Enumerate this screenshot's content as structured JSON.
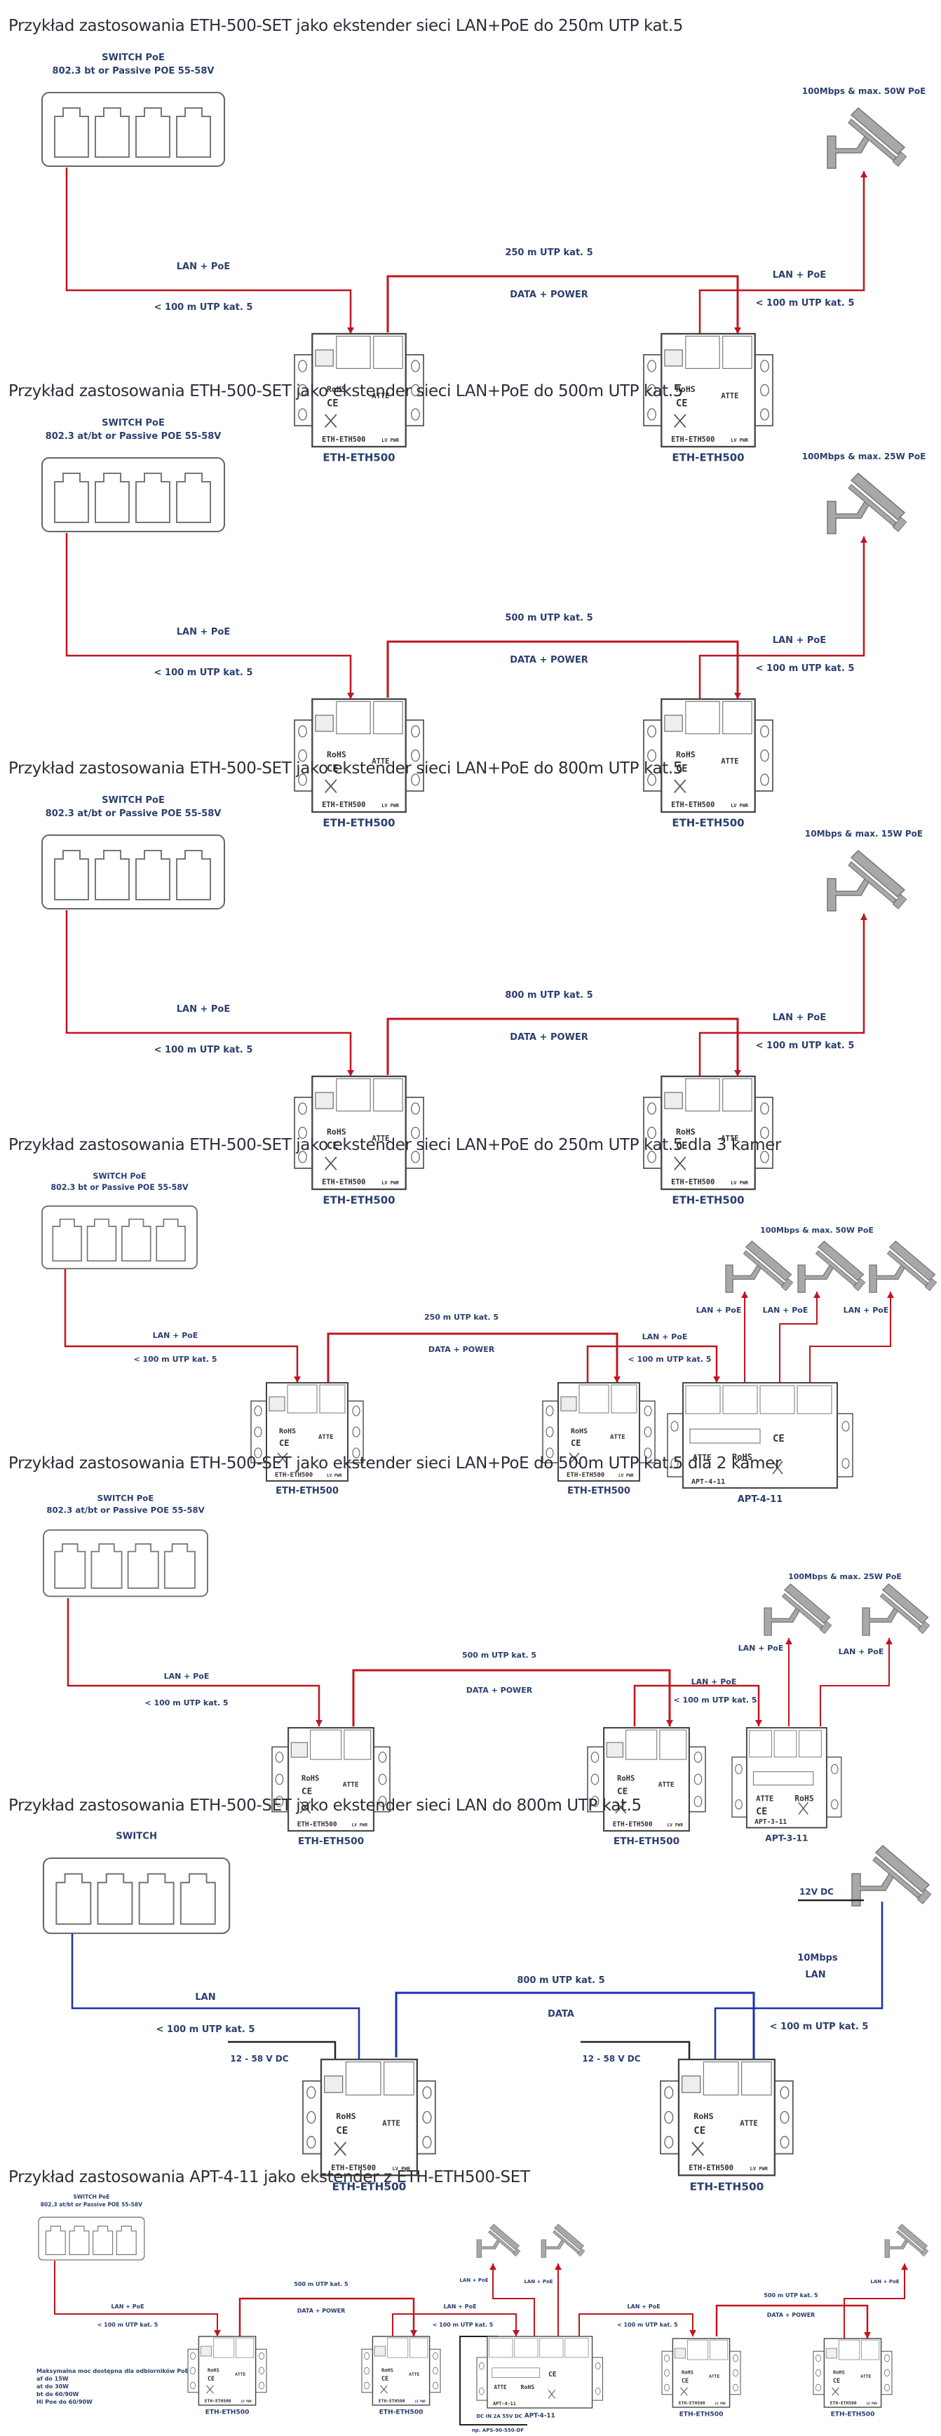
{
  "colors": {
    "poe_line": "#c0141e",
    "lan_line": "#1a2fb0",
    "dc_line": "#222222",
    "label": "#2a3f6e",
    "device_stroke": "#555555",
    "camera_fill": "#a8a8a8"
  },
  "sections": [
    {
      "title": "Przykład zastosowania ETH-500-SET jako ekstender sieci LAN+PoE do 250m UTP kat.5",
      "switch_label": [
        "SWITCH PoE",
        "802.3 bt or Passive POE 55-58V"
      ],
      "camera_label": "100Mbps & max. 50W PoE",
      "link_left": [
        "LAN + PoE",
        "< 100 m UTP kat. 5"
      ],
      "link_mid": [
        "250 m UTP kat. 5",
        "DATA + POWER"
      ],
      "link_right": [
        "LAN + PoE",
        "< 100 m UTP kat. 5"
      ],
      "devices": [
        "ETH-ETH500",
        "ETH-ETH500"
      ]
    },
    {
      "title": "Przykład zastosowania ETH-500-SET jako ekstender sieci LAN+PoE do 500m UTP kat.5",
      "switch_label": [
        "SWITCH PoE",
        "802.3 at/bt or Passive POE 55-58V"
      ],
      "camera_label": "100Mbps & max. 25W PoE",
      "link_left": [
        "LAN + PoE",
        "< 100 m UTP kat. 5"
      ],
      "link_mid": [
        "500 m UTP kat. 5",
        "DATA + POWER"
      ],
      "link_right": [
        "LAN + PoE",
        "< 100 m UTP kat. 5"
      ],
      "devices": [
        "ETH-ETH500",
        "ETH-ETH500"
      ]
    },
    {
      "title": "Przykład zastosowania ETH-500-SET jako ekstender sieci LAN+PoE do 800m UTP kat.5",
      "switch_label": [
        "SWITCH PoE",
        "802.3 at/bt or Passive POE 55-58V"
      ],
      "camera_label": "10Mbps & max. 15W PoE",
      "link_left": [
        "LAN + PoE",
        "< 100 m UTP kat. 5"
      ],
      "link_mid": [
        "800 m UTP kat. 5",
        "DATA + POWER"
      ],
      "link_right": [
        "LAN + PoE",
        "< 100 m UTP kat. 5"
      ],
      "devices": [
        "ETH-ETH500",
        "ETH-ETH500"
      ]
    },
    {
      "title": "Przykład zastosowania ETH-500-SET jako ekstender sieci LAN+PoE do 250m UTP kat.5 dla 3 kamer",
      "switch_label": [
        "SWITCH PoE",
        "802.3 bt or Passive POE 55-58V"
      ],
      "camera_label": "100Mbps & max. 50W PoE",
      "link_left": [
        "LAN + PoE",
        "< 100 m UTP kat. 5"
      ],
      "link_mid": [
        "250 m UTP kat. 5",
        "DATA + POWER"
      ],
      "link_right": [
        "LAN + PoE",
        "< 100 m UTP kat. 5"
      ],
      "camera_links": [
        "LAN + PoE",
        "LAN + PoE",
        "LAN + PoE"
      ],
      "devices": [
        "ETH-ETH500",
        "ETH-ETH500",
        "APT-4-11"
      ]
    },
    {
      "title": "Przykład zastosowania ETH-500-SET jako ekstender sieci LAN+PoE do 500m UTP kat.5 dla 2 kamer",
      "switch_label": [
        "SWITCH PoE",
        "802.3 at/bt or Passive POE 55-58V"
      ],
      "camera_label": "100Mbps & max. 25W PoE",
      "link_left": [
        "LAN + PoE",
        "< 100 m UTP kat. 5"
      ],
      "link_mid": [
        "500 m UTP kat. 5",
        "DATA + POWER"
      ],
      "link_right": [
        "LAN + PoE",
        "< 100 m UTP kat. 5"
      ],
      "camera_links": [
        "LAN + PoE",
        "LAN + PoE"
      ],
      "devices": [
        "ETH-ETH500",
        "ETH-ETH500",
        "APT-3-11"
      ]
    },
    {
      "title": "Przykład zastosowania ETH-500-SET jako ekstender sieci LAN do 800m UTP kat.5",
      "switch_label": [
        "SWITCH"
      ],
      "camera_power": "12V DC",
      "link_left": [
        "LAN",
        "< 100 m UTP kat. 5"
      ],
      "link_mid": [
        "800 m UTP kat. 5",
        "DATA"
      ],
      "link_right": [
        "10Mbps",
        "LAN",
        "< 100 m UTP kat. 5"
      ],
      "power_labels": [
        "12 - 58 V DC",
        "12 - 58 V DC"
      ],
      "devices": [
        "ETH-ETH500",
        "ETH-ETH500"
      ]
    },
    {
      "title": "Przykład zastosowania APT-4-11 jako ekstender z ETH-ETH500-SET",
      "switch_label": [
        "SWITCH PoE",
        "802.3 at/bt or Passive POE 55-58V"
      ],
      "link_left": [
        "LAN + PoE",
        "< 100 m UTP kat. 5"
      ],
      "link_mid_1": [
        "500 m UTP kat. 5",
        "DATA + POWER"
      ],
      "link_apt_in": [
        "LAN + PoE",
        "< 100 m UTP kat. 5"
      ],
      "camera_links": [
        "LAN + PoE",
        "LAN + PoE"
      ],
      "link_apt_out": [
        "LAN + PoE",
        "< 100 m UTP kat. 5"
      ],
      "link_mid_2": [
        "500 m UTP kat. 5",
        "DATA + POWER"
      ],
      "camera_link_end": "LAN + PoE",
      "power_note": [
        "Maksymalna moc dostępna dla odbiorników PoE",
        "af do 15W",
        "at do 30W",
        "bt do 60/90W",
        "Hi Poe do 60/90W"
      ],
      "dc_in": [
        "DC IN   2A 55V DC",
        "np. APS-90-550-DF"
      ],
      "devices": [
        "ETH-ETH500",
        "ETH-ETH500",
        "APT-4-11",
        "ETH-ETH500",
        "ETH-ETH500"
      ]
    }
  ],
  "device_face": {
    "eth": {
      "model": "ETH-ETH500",
      "rohs": "RoHS",
      "ce": "CE",
      "brand": "ATTE",
      "leds": "LV  PWR"
    },
    "apt4": {
      "model": "APT-4-11",
      "rohs": "RoHS",
      "ce": "CE",
      "brand": "ATTE"
    },
    "apt3": {
      "model": "APT-3-11",
      "rohs": "RoHS",
      "ce": "CE",
      "brand": "ATTE"
    }
  }
}
